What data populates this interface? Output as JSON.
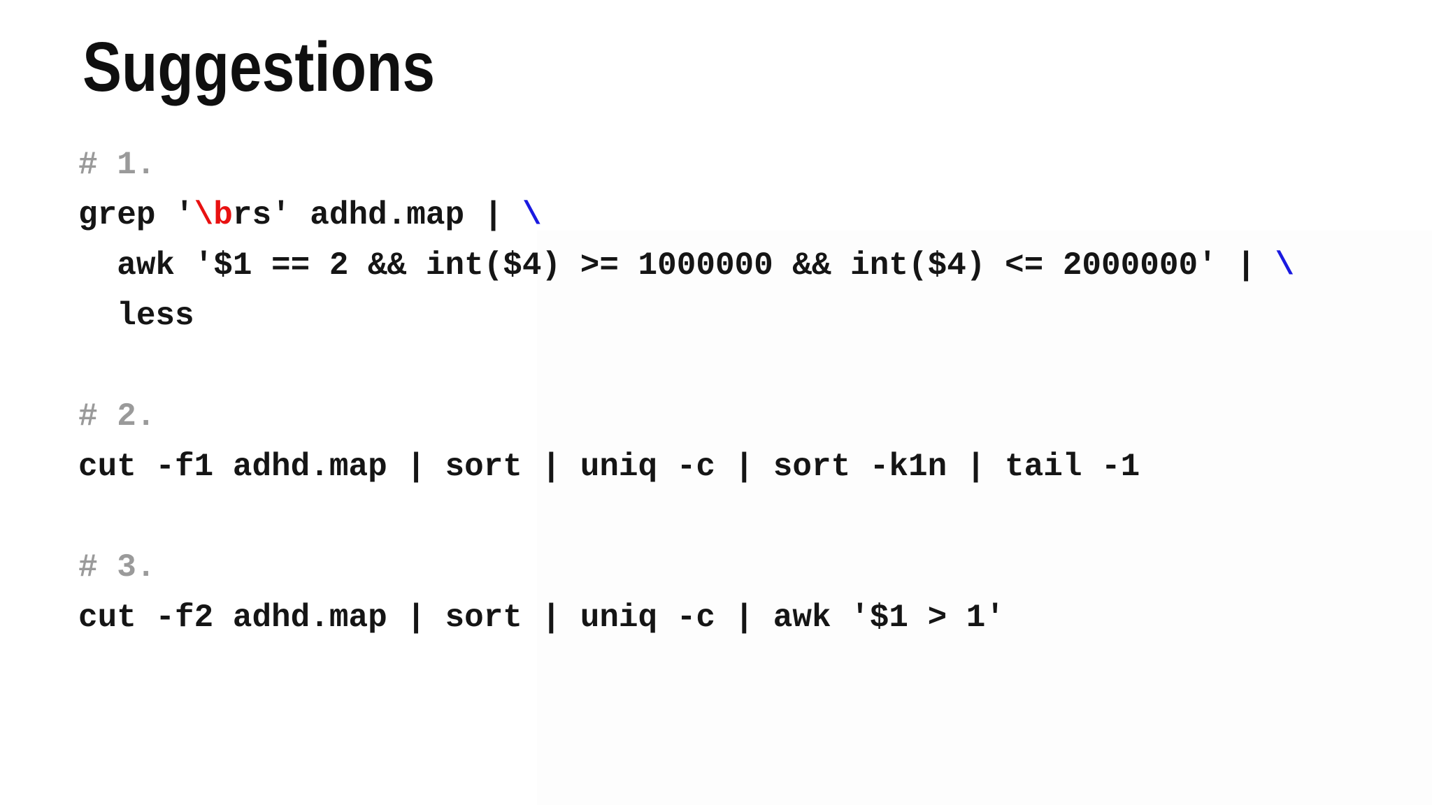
{
  "title": "Suggestions",
  "colors": {
    "background": "#ffffff",
    "panel_background": "#fdfdfd",
    "title_text": "#0f0f0f",
    "code": "#151515",
    "comment": "#9a9a9a",
    "escape": "#e81111",
    "continuation": "#1a1ae0"
  },
  "suggestions": [
    {
      "comment": "# 1.",
      "lines": [
        {
          "segments": [
            {
              "t": "grep '",
              "color": "code"
            },
            {
              "t": "\\b",
              "color": "escape"
            },
            {
              "t": "rs' adhd.map | ",
              "color": "code"
            },
            {
              "t": "\\",
              "color": "continuation"
            }
          ]
        },
        {
          "segments": [
            {
              "t": "  awk '$1 == 2 && int($4) >= 1000000 && int($4) <= 2000000' | ",
              "color": "code"
            },
            {
              "t": "\\",
              "color": "continuation"
            }
          ]
        },
        {
          "segments": [
            {
              "t": "  less",
              "color": "code"
            }
          ]
        }
      ]
    },
    {
      "comment": "# 2.",
      "lines": [
        {
          "segments": [
            {
              "t": "cut -f1 adhd.map | sort | uniq -c | sort -k1n | tail -1",
              "color": "code"
            }
          ]
        }
      ]
    },
    {
      "comment": "# 3.",
      "lines": [
        {
          "segments": [
            {
              "t": "cut -f2 adhd.map | sort | uniq -c | awk '$1 > 1'",
              "color": "code"
            }
          ]
        }
      ]
    }
  ]
}
